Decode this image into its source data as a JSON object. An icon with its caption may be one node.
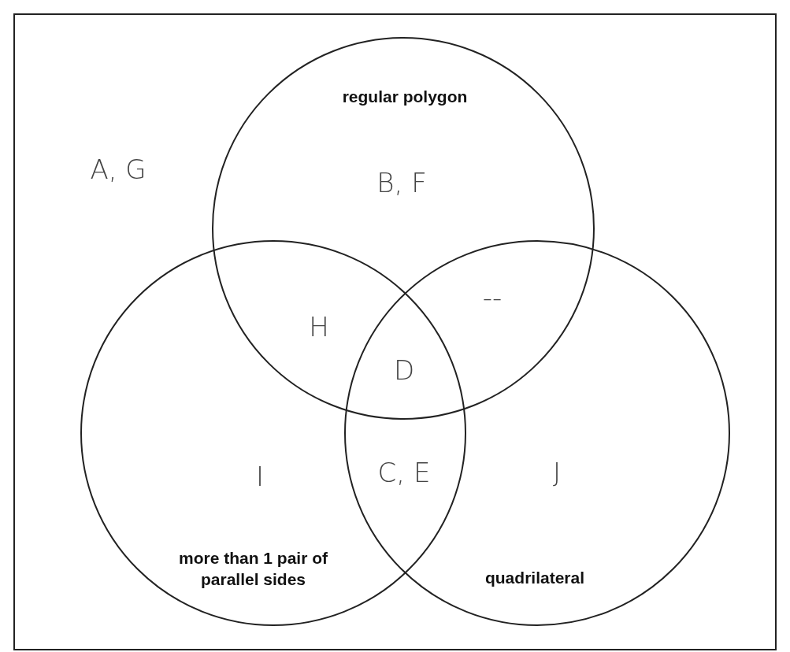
{
  "diagram": {
    "nodes": [
      {
        "text": [],
        "shape": "box"
      },
      {
        "text": [
          "regular polygon"
        ],
        "in": 0
      },
      {
        "text": [
          "more than 1 pair of parallel sides"
        ],
        "in": 0
      },
      {
        "text": [
          "quadrilateral"
        ],
        "in": 0
      }
    ],
    "labels": [
      "A, G",
      "B, F",
      "H",
      "--",
      "D",
      "I",
      "C, E",
      "J"
    ]
  }
}
